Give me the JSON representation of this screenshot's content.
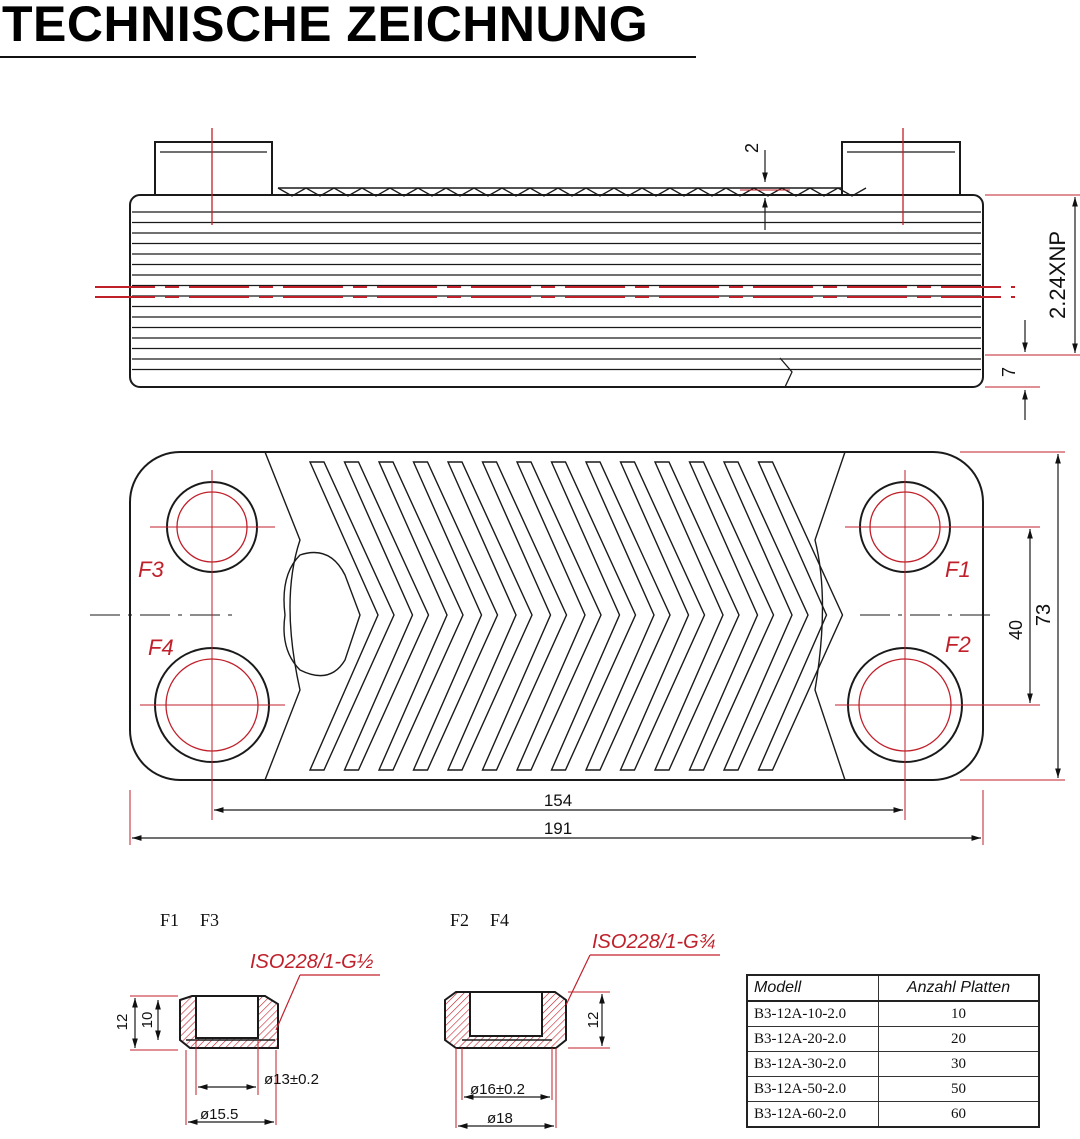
{
  "header": {
    "title": "TECHNISCHE ZEICHNUNG"
  },
  "side_view": {
    "dim_top": "2",
    "dim_height": "2.24XNP",
    "dim_bottom": "7"
  },
  "front_view": {
    "ports": {
      "tl": "F3",
      "tr": "F1",
      "bl": "F4",
      "br": "F2"
    },
    "dim_inner_width": "154",
    "dim_outer_width": "191",
    "dim_inner_height": "40",
    "dim_outer_height": "73"
  },
  "details": {
    "left": {
      "labels": [
        "F1",
        "F3"
      ],
      "thread": "ISO228/1-G½",
      "dim_h_outer": "12",
      "dim_h_inner": "10",
      "dim_inner_dia": "ø13±0.2",
      "dim_outer_dia": "ø15.5"
    },
    "right": {
      "labels": [
        "F2",
        "F4"
      ],
      "thread": "ISO228/1-G¾",
      "dim_h": "12",
      "dim_inner_dia": "ø16±0.2",
      "dim_outer_dia": "ø18"
    }
  },
  "table": {
    "headers": [
      "Modell",
      "Anzahl Platten"
    ],
    "rows": [
      [
        "B3-12A-10-2.0",
        "10"
      ],
      [
        "B3-12A-20-2.0",
        "20"
      ],
      [
        "B3-12A-30-2.0",
        "30"
      ],
      [
        "B3-12A-50-2.0",
        "50"
      ],
      [
        "B3-12A-60-2.0",
        "60"
      ]
    ]
  },
  "colors": {
    "line": "#1a1a1a",
    "accent": "#c0202a"
  }
}
